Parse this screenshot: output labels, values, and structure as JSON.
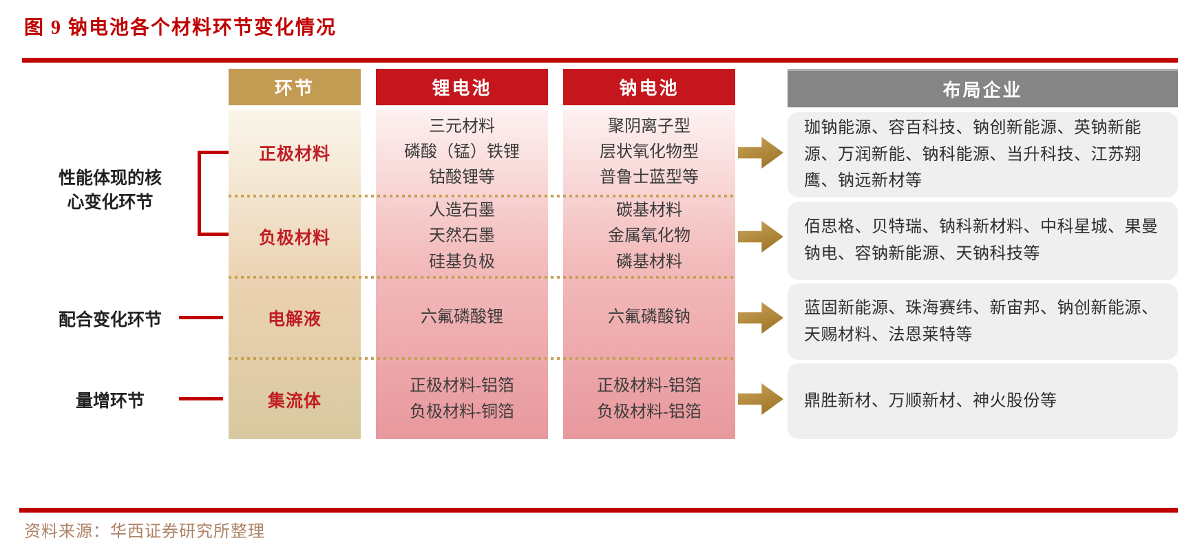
{
  "figure": {
    "title": "图 9 钠电池各个材料环节变化情况",
    "source": "资料来源：华西证券研究所整理"
  },
  "colors": {
    "accent_red": "#c00000",
    "header_red": "#c4161c",
    "header_gold": "#c49b53",
    "header_gray": "#858585",
    "segment_label_red": "#c01e25",
    "cream_column_bottom": "#d8c9a0",
    "pink_column_bottom": "#e8989d",
    "dotted_line_gold": "#c8a050",
    "arrow_bronze": "#a87f32",
    "company_box_gray": "#efefef"
  },
  "headers": {
    "segment": "环节",
    "lithium": "锂电池",
    "sodium": "钠电池",
    "companies": "布局企业"
  },
  "annotations": {
    "core_line1": "性能体现的核",
    "core_line2": "心变化环节",
    "support": "配合变化环节",
    "volume": "量增环节"
  },
  "rows": [
    {
      "segment": "正极材料",
      "li": [
        "三元材料",
        "磷酸（锰）铁锂",
        "钴酸锂等"
      ],
      "na": [
        "聚阴离子型",
        "层状氧化物型",
        "普鲁士蓝型等"
      ],
      "companies": "珈钠能源、容百科技、钠创新能源、英钠新能源、万润新能、钠科能源、当升科技、江苏翔鹰、钠远新材等"
    },
    {
      "segment": "负极材料",
      "li": [
        "人造石墨",
        "天然石墨",
        "硅基负极"
      ],
      "na": [
        "碳基材料",
        "金属氧化物",
        "磷基材料"
      ],
      "companies": "佰思格、贝特瑞、钠科新材料、中科星城、果曼钠电、容钠新能源、天钠科技等"
    },
    {
      "segment": "电解液",
      "li": [
        "六氟磷酸锂"
      ],
      "na": [
        "六氟磷酸钠"
      ],
      "companies": "蓝固新能源、珠海赛纬、新宙邦、钠创新能源、天赐材料、法恩莱特等"
    },
    {
      "segment": "集流体",
      "li": [
        "正极材料-铝箔",
        "负极材料-铜箔"
      ],
      "na": [
        "正极材料-铝箔",
        "负极材料-铝箔"
      ],
      "companies": "鼎胜新材、万顺新材、神火股份等"
    }
  ]
}
